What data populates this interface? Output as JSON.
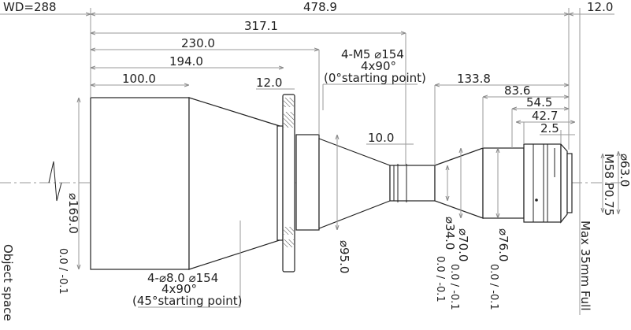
{
  "labels": {
    "wd": "WD=288",
    "total": "478.9",
    "back": "12.0",
    "d317": "317.1",
    "d230": "230.0",
    "d194": "194.0",
    "d100": "100.0",
    "flange": "12.0",
    "neck": "10.0",
    "d133": "133.8",
    "d83": "83.6",
    "d54": "54.5",
    "d42": "42.7",
    "d2": "2.5",
    "m5_1": "4-M5 ⌀154",
    "m5_2": "4x90°",
    "m5_3": "(0°starting point)",
    "h8_1": "4-⌀8.0  ⌀154",
    "h8_2": "4x90°",
    "h8_3": "(45°starting point)",
    "dia169": "⌀169.0",
    "dia169_tol": "0.0 / -0.1",
    "dia95": "⌀95.0",
    "dia34": "⌀34.0",
    "dia34_tol": "0.0 / -0.1",
    "dia70": "⌀70.0",
    "dia70_tol": "0.0 / -0.1",
    "dia76": "⌀76.0",
    "dia76_tol": "0.0 / -0.1",
    "dia63": "⌀63.0",
    "mount": "M58 P0.75",
    "sensor": "Max 35mm Full",
    "object": "Object space"
  }
}
